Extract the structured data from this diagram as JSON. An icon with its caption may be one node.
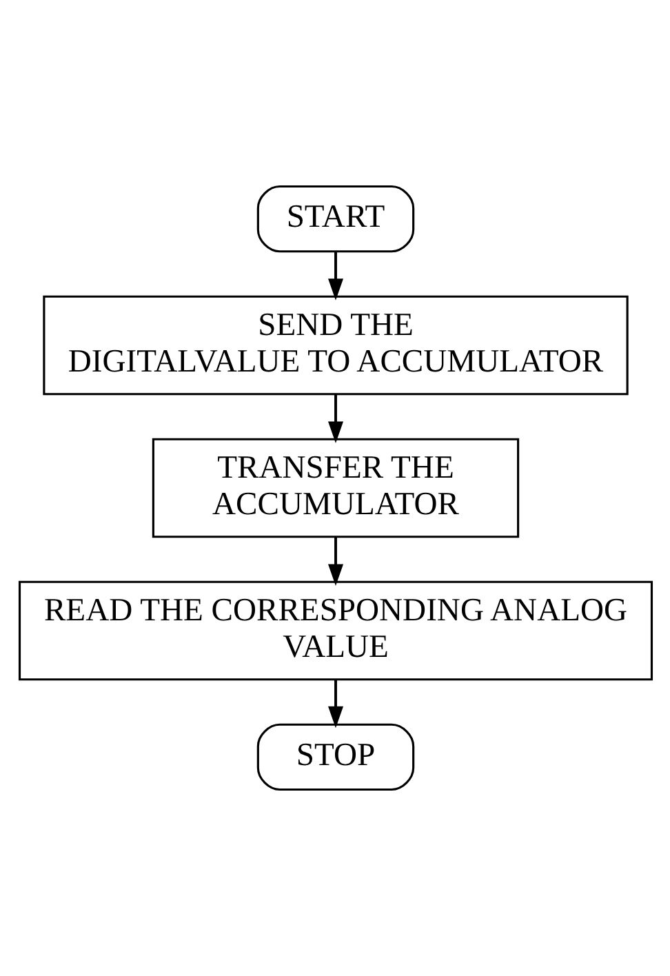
{
  "diagram": {
    "nodes": [
      {
        "text": [
          "START"
        ]
      },
      {
        "text": [
          "SEND THE DIGITALVALUE TO ACCUMULATOR"
        ]
      },
      {
        "text": [
          "TRANSFER THE ACCUMULATOR"
        ]
      },
      {
        "text": [
          "READ THE CORRESPONDING ANALOG VALUE"
        ]
      },
      {
        "text": [
          "STOP"
        ]
      }
    ],
    "edges": [
      {
        "from": 0,
        "to": 1,
        "arrow": "to"
      },
      {
        "from": 1,
        "to": 2,
        "arrow": "to"
      },
      {
        "from": 2,
        "to": 3,
        "arrow": "to"
      },
      {
        "from": 3,
        "to": 4,
        "arrow": "to"
      }
    ]
  }
}
